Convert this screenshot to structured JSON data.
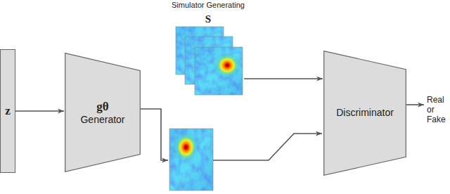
{
  "diagram": {
    "nodes": [
      {
        "text": [
          "z"
        ]
      },
      {
        "text": [
          "gθ",
          "Generator"
        ]
      },
      {
        "text": [
          "Simulator Generating",
          "S"
        ]
      },
      {
        "text": [
          "Discriminator"
        ]
      }
    ],
    "edges": [
      {
        "from": 0,
        "to": 1,
        "arrow": "to"
      },
      {
        "from": 2,
        "to": 3,
        "arrow": "to"
      }
    ],
    "labels": [
      "Real or Fake"
    ]
  }
}
